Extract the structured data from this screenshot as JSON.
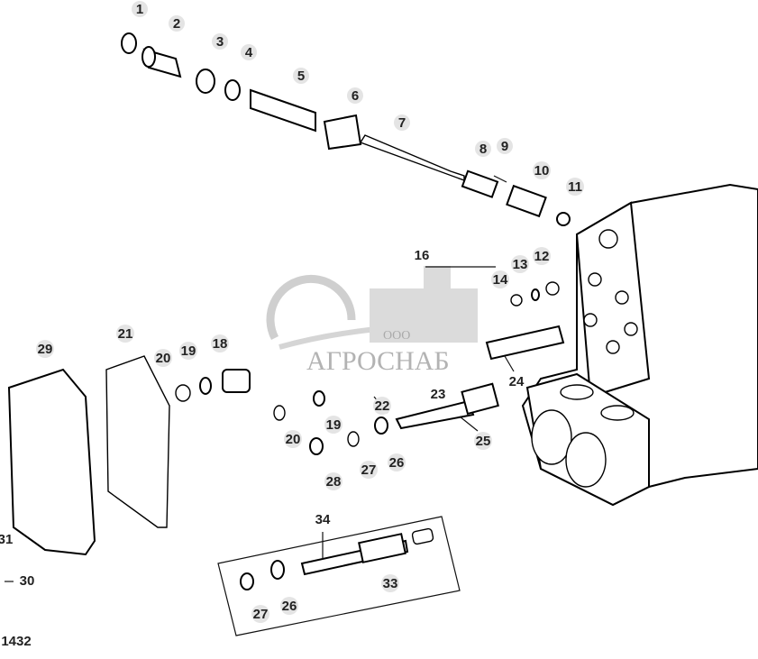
{
  "diagram": {
    "figure_id": "1432",
    "watermark": {
      "prefix": "ООО",
      "name": "АГРОСНАБ"
    },
    "callouts": [
      "1",
      "2",
      "3",
      "4",
      "5",
      "6",
      "7",
      "8",
      "9",
      "10",
      "11",
      "12",
      "13",
      "14",
      "16",
      "18",
      "19",
      "20",
      "21",
      "22",
      "23",
      "24",
      "19",
      "20",
      "25",
      "26",
      "27",
      "28",
      "29",
      "31",
      "30",
      "34",
      "33",
      "27",
      "26"
    ]
  }
}
